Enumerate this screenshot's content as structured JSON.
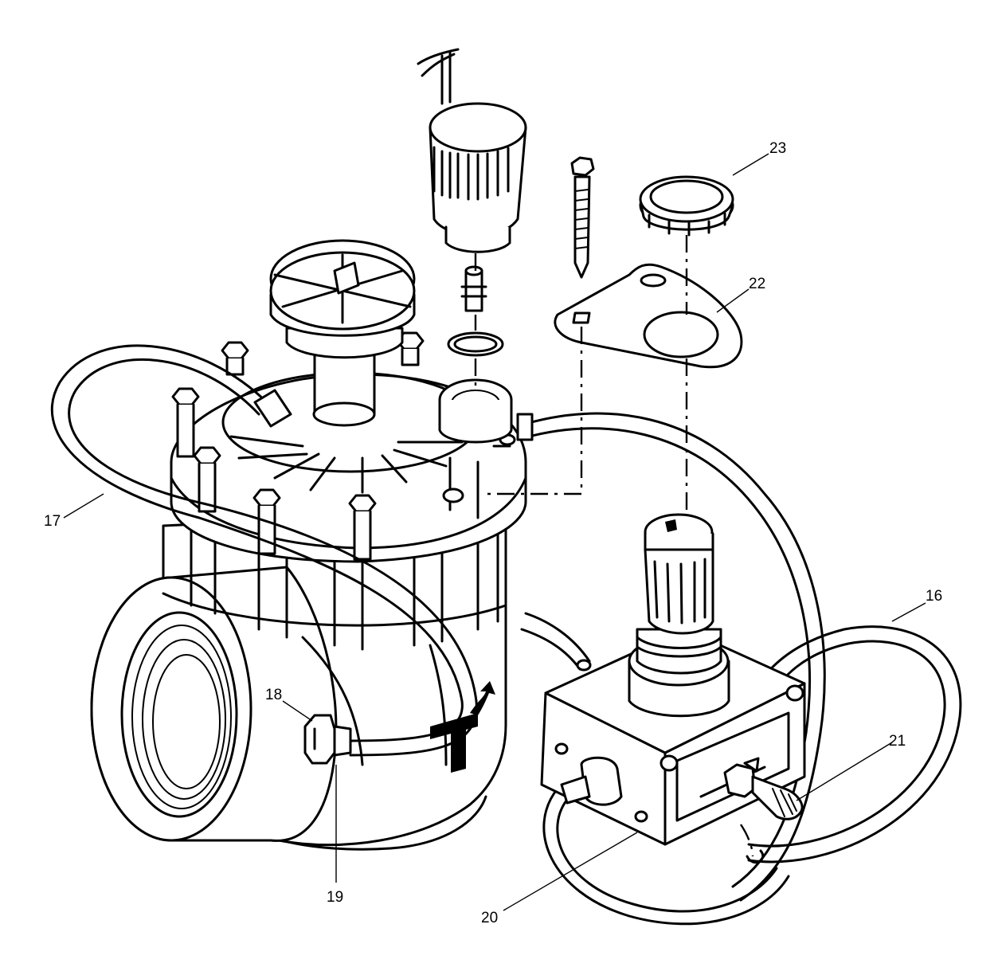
{
  "diagram": {
    "callouts": [
      {
        "id": "16",
        "label": "16"
      },
      {
        "id": "17",
        "label": "17"
      },
      {
        "id": "18",
        "label": "18"
      },
      {
        "id": "19",
        "label": "19"
      },
      {
        "id": "20",
        "label": "20"
      },
      {
        "id": "21",
        "label": "21"
      },
      {
        "id": "22",
        "label": "22"
      },
      {
        "id": "23",
        "label": "23"
      }
    ],
    "body_marking": "T"
  }
}
